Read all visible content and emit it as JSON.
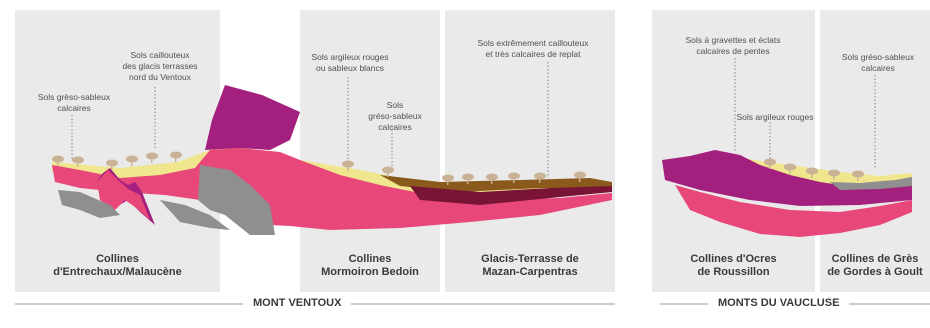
{
  "annotations": {
    "gres_sableux_left": "Sols grèso-sableux\ncalcaires",
    "caillouteux_glacis": "Sols caillouteux\ndes glacis terrasses\nnord du Ventoux",
    "argileux_rouges_blancs": "Sols argileux rouges\nou sableux blancs",
    "gres_sableux_mid": "Sols\ngréso-sableux\ncalcaires",
    "extremement_caillouteux": "Sols extrêmement caillouteux\net très calcaires de replat",
    "gravettes_eclats": "Sols à gravettes et éclats\ncalcaires de pentes",
    "argileux_rouges": "Sols argileux rouges",
    "gres_sableux_right": "Sols gréso-sableux\ncalcaires"
  },
  "zones": {
    "entrechaux": "Collines\nd'Entrechaux/Malaucène",
    "mormoiron": "Collines\nMormoiron Bedoin",
    "mazan": "Glacis-Terrasse de\nMazan-Carpentras",
    "ocres": "Collines d'Ocres\nde Roussillon",
    "gordes": "Collines de Grès\nde Gordes à Goult"
  },
  "regions": {
    "ventoux": "MONT VENTOUX",
    "vaucluse": "MONTS DU VAUCLUSE"
  },
  "colors": {
    "panel": "#eaeaea",
    "purple": "#a3207e",
    "pink": "#e84879",
    "yellow": "#efe68e",
    "brown": "#8a5a1c",
    "darkred": "#7a1436",
    "grey": "#8f8f8f",
    "tree": "#c9b296"
  }
}
